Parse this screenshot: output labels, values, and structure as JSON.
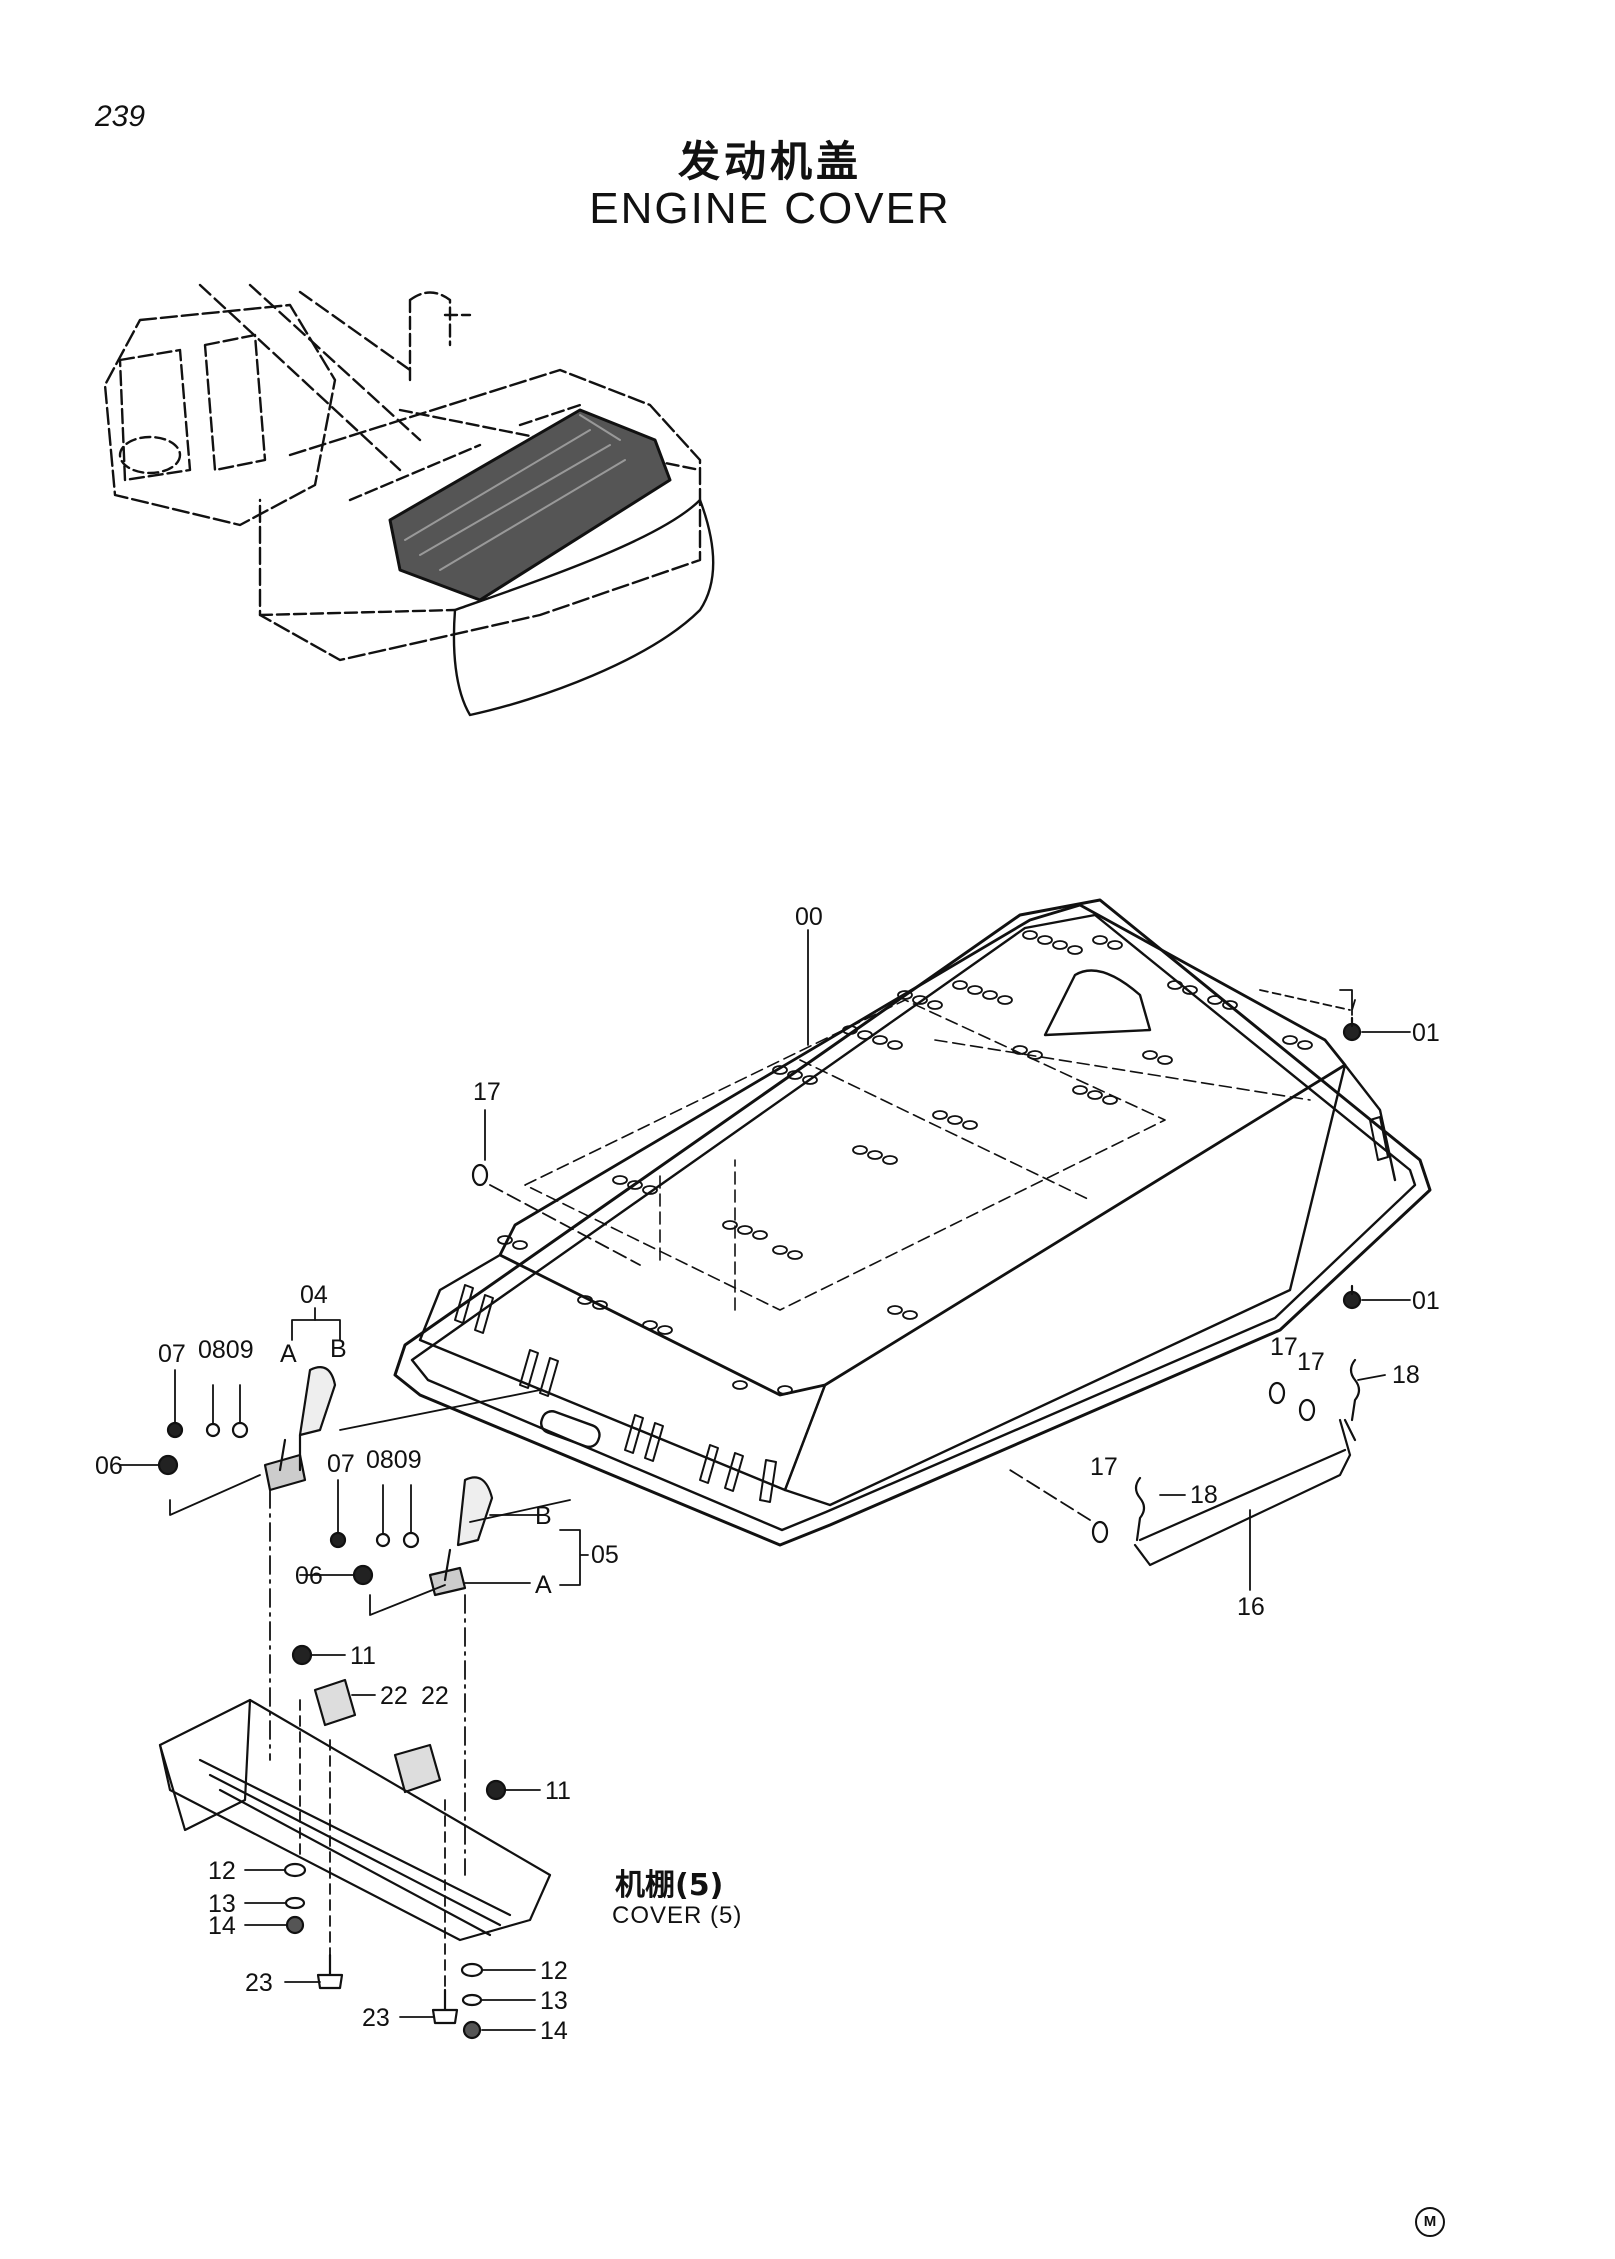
{
  "page_number": "239",
  "title_cn": "发动机盖",
  "title_en": "ENGINE COVER",
  "reference": {
    "cn": "机棚(5)",
    "en": "COVER (5)"
  },
  "maker_mark": "M",
  "callouts": [
    {
      "id": "c00a",
      "text": "00"
    },
    {
      "id": "c01a",
      "text": "01"
    },
    {
      "id": "c01b",
      "text": "01"
    },
    {
      "id": "c17a",
      "text": "17"
    },
    {
      "id": "c17b",
      "text": "17"
    },
    {
      "id": "c17c",
      "text": "17"
    },
    {
      "id": "c17d",
      "text": "17"
    },
    {
      "id": "c18a",
      "text": "18"
    },
    {
      "id": "c18b",
      "text": "18"
    },
    {
      "id": "c16",
      "text": "16"
    },
    {
      "id": "c04",
      "text": "04"
    },
    {
      "id": "cA1",
      "text": "A"
    },
    {
      "id": "cB1",
      "text": "B"
    },
    {
      "id": "c07a",
      "text": "07"
    },
    {
      "id": "c0809a",
      "text": "0809"
    },
    {
      "id": "c06a",
      "text": "06"
    },
    {
      "id": "c07b",
      "text": "07"
    },
    {
      "id": "c0809b",
      "text": "0809"
    },
    {
      "id": "cB2",
      "text": "B"
    },
    {
      "id": "cA2",
      "text": "A"
    },
    {
      "id": "c05",
      "text": "05"
    },
    {
      "id": "c06b",
      "text": "06"
    },
    {
      "id": "c11a",
      "text": "11"
    },
    {
      "id": "c22a",
      "text": "22"
    },
    {
      "id": "c22b",
      "text": "22"
    },
    {
      "id": "c11b",
      "text": "11"
    },
    {
      "id": "c12a",
      "text": "12"
    },
    {
      "id": "c13a",
      "text": "13"
    },
    {
      "id": "c14a",
      "text": "14"
    },
    {
      "id": "c23a",
      "text": "23"
    },
    {
      "id": "c12b",
      "text": "12"
    },
    {
      "id": "c13b",
      "text": "13"
    },
    {
      "id": "c23b",
      "text": "23"
    },
    {
      "id": "c14b",
      "text": "14"
    }
  ]
}
